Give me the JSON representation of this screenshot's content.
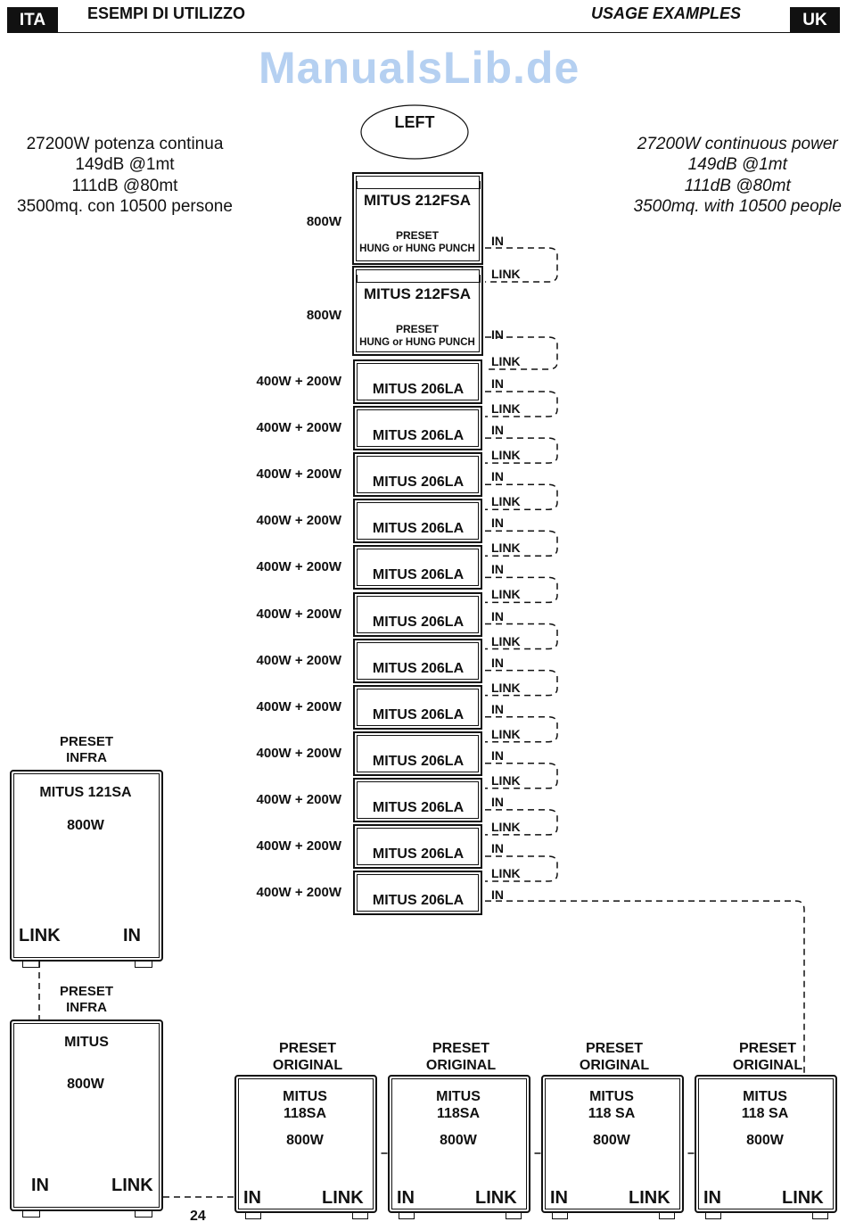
{
  "header": {
    "lang_left": "ITA",
    "title_left": "ESEMPI DI UTILIZZO",
    "title_right": "USAGE EXAMPLES",
    "lang_right": "UK"
  },
  "position_label": "LEFT",
  "specs_ita": [
    "27200W potenza continua",
    "149dB @1mt",
    "111dB @80mt",
    "3500mq. con 10500 persone"
  ],
  "specs_uk": [
    "27200W continuous power",
    "149dB @1mt",
    "111dB @80mt",
    "3500mq. with 10500 people"
  ],
  "array": {
    "top_units": [
      {
        "model": "MITUS 212FSA",
        "preset_label": "PRESET",
        "preset": "HUNG or HUNG PUNCH",
        "power": "800W"
      },
      {
        "model": "MITUS 212FSA",
        "preset_label": "PRESET",
        "preset": "HUNG or HUNG PUNCH",
        "power": "800W"
      }
    ],
    "line_units": [
      {
        "model": "MITUS 206LA",
        "power": "400W + 200W"
      },
      {
        "model": "MITUS 206LA",
        "power": "400W + 200W"
      },
      {
        "model": "MITUS 206LA",
        "power": "400W + 200W"
      },
      {
        "model": "MITUS 206LA",
        "power": "400W + 200W"
      },
      {
        "model": "MITUS 206LA",
        "power": "400W + 200W"
      },
      {
        "model": "MITUS 206LA",
        "power": "400W + 200W"
      },
      {
        "model": "MITUS 206LA",
        "power": "400W + 200W"
      },
      {
        "model": "MITUS 206LA",
        "power": "400W + 200W"
      },
      {
        "model": "MITUS 206LA",
        "power": "400W + 200W"
      },
      {
        "model": "MITUS 206LA",
        "power": "400W + 200W"
      },
      {
        "model": "MITUS 206LA",
        "power": "400W + 200W"
      },
      {
        "model": "MITUS 206LA",
        "power": "400W + 200W"
      }
    ],
    "in_label": "IN",
    "link_label": "LINK"
  },
  "infra_subs": [
    {
      "preset": [
        "PRESET",
        "INFRA"
      ],
      "model": "MITUS 121SA",
      "power": "800W",
      "left": "LINK",
      "right": "IN"
    },
    {
      "preset": [
        "PRESET",
        "INFRA"
      ],
      "model": "MITUS",
      "power": "800W",
      "left": "IN",
      "right": "LINK"
    }
  ],
  "original_subs": [
    {
      "preset": [
        "PRESET",
        "ORIGINAL"
      ],
      "model": [
        "MITUS",
        "118SA"
      ],
      "power": "800W",
      "left": "IN",
      "right": "LINK"
    },
    {
      "preset": [
        "PRESET",
        "ORIGINAL"
      ],
      "model": [
        "MITUS",
        "118SA"
      ],
      "power": "800W",
      "left": "IN",
      "right": "LINK"
    },
    {
      "preset": [
        "PRESET",
        "ORIGINAL"
      ],
      "model": [
        "MITUS",
        "118 SA"
      ],
      "power": "800W",
      "left": "IN",
      "right": "LINK"
    },
    {
      "preset": [
        "PRESET",
        "ORIGINAL"
      ],
      "model": [
        "MITUS",
        "118 SA"
      ],
      "power": "800W",
      "left": "IN",
      "right": "LINK"
    }
  ],
  "page_number": "24",
  "watermark": "ManualsLib.de"
}
